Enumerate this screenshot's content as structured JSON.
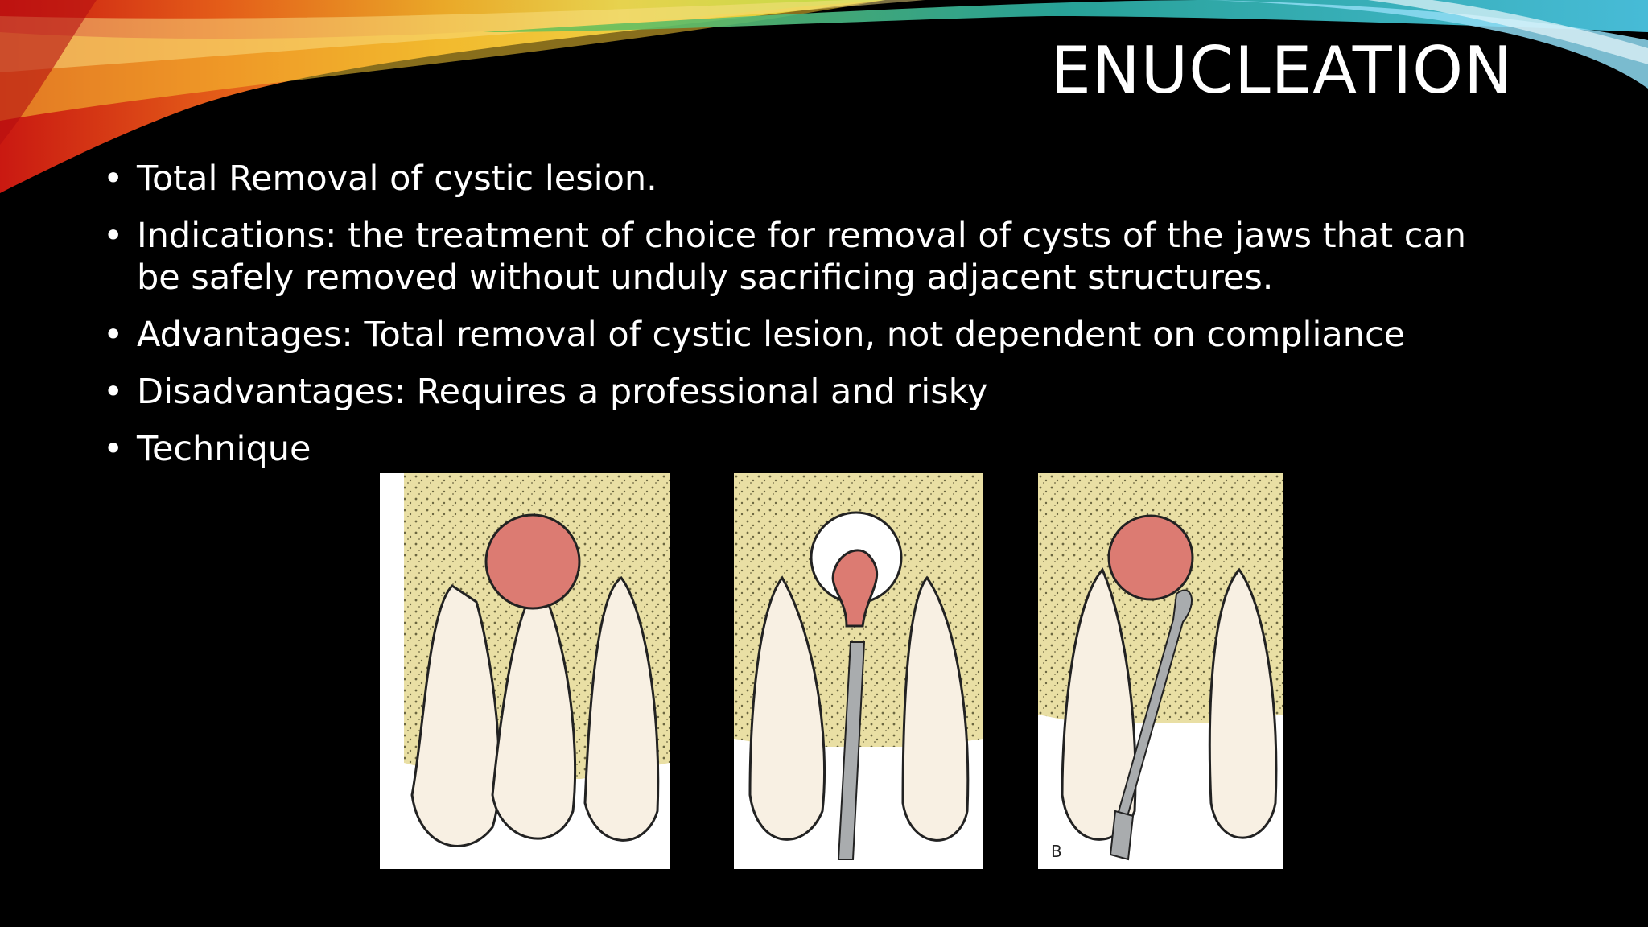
{
  "slide": {
    "title": "ENUCLEATION",
    "bullets": [
      "Total Removal of cystic lesion.",
      "Indications: the treatment of choice for removal of cysts of the jaws that can be safely removed without unduly sacrificing adjacent structures.",
      "Advantages: Total removal of cystic lesion, not dependent on compliance",
      "Disadvantages: Requires a professional and risky",
      "Technique"
    ],
    "bullet_glyph": "•",
    "figure3_label": "B"
  },
  "colors": {
    "background": "#000000",
    "text": "#ffffff",
    "bone": "#e9dfa4",
    "cyst": "#dc7b72",
    "tooth": "#f8f0e3",
    "instrument": "#a9acae"
  }
}
